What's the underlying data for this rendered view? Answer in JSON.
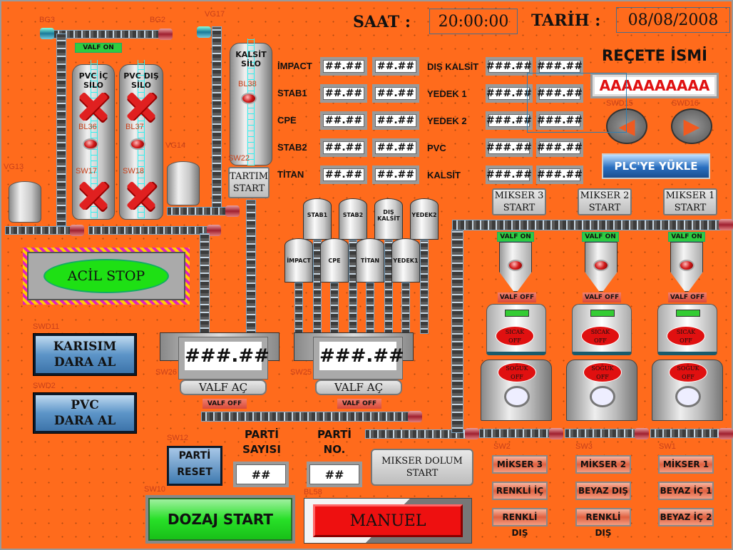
{
  "header": {
    "time_label": "SAAT :",
    "time": "20:00:00",
    "date_label": "TARİH :",
    "date": "08/08/2008"
  },
  "recipe": {
    "title": "REÇETE İSMİ",
    "name": "AAAAAAAAAA",
    "load_button": "PLC'YE YÜKLE"
  },
  "ingredients": [
    {
      "label": "İMPACT",
      "v1": "##.##",
      "v2": "##.##"
    },
    {
      "label": "STAB1",
      "v1": "##.##",
      "v2": "##.##"
    },
    {
      "label": "CPE",
      "v1": "##.##",
      "v2": "##.##"
    },
    {
      "label": "STAB2",
      "v1": "##.##",
      "v2": "##.##"
    },
    {
      "label": "TİTAN",
      "v1": "##.##",
      "v2": "##.##"
    }
  ],
  "ingredients2": [
    {
      "label": "DIŞ KALSİT",
      "v1": "###.##",
      "v2": "###.##"
    },
    {
      "label": "YEDEK 1",
      "v1": "###.##",
      "v2": "###.##"
    },
    {
      "label": "YEDEK 2",
      "v1": "###.##",
      "v2": "###.##"
    },
    {
      "label": "PVC",
      "v1": "###.##",
      "v2": "###.##"
    },
    {
      "label": "KALSİT",
      "v1": "###.##",
      "v2": "###.##"
    }
  ],
  "silos": {
    "pvc_ic": "PVC İÇ\nSİLO",
    "pvc_dis": "PVC DIŞ\nSİLO",
    "kalsit": "KALSİT\nSİLO",
    "valf_on": "VALF ON",
    "tartim_start": "TARTIM\nSTART"
  },
  "small_silos": {
    "top": [
      "STAB1",
      "STAB2",
      "DIŞ\nKALSİT",
      "YEDEK2"
    ],
    "bottom": [
      "İMPACT",
      "CPE",
      "TİTAN",
      "YEDEK1"
    ]
  },
  "acil_stop": "ACİL STOP",
  "karisim_dara": "KARISIM\nDARA AL",
  "pvc_dara": "PVC\nDARA AL",
  "scales": [
    {
      "value": "###.##",
      "button": "VALF AÇ",
      "valve": "VALF OFF"
    },
    {
      "value": "###.##",
      "button": "VALF AÇ",
      "valve": "VALF OFF"
    }
  ],
  "mixers": [
    {
      "start": "MIKSER 3\nSTART",
      "valf_on": "VALF ON",
      "valf_off": "VALF OFF",
      "hot": "SICAK\nOFF",
      "cold": "SOĞUK\nOFF"
    },
    {
      "start": "MIKSER 2\nSTART",
      "valf_on": "VALF ON",
      "valf_off": "VALF OFF",
      "hot": "SICAK\nOFF",
      "cold": "SOĞUK\nOFF"
    },
    {
      "start": "MIKSER 1\nSTART",
      "valf_on": "VALF ON",
      "valf_off": "VALF OFF",
      "hot": "SICAK\nOFF",
      "cold": "SOĞUK\nOFF"
    }
  ],
  "mixer_buttons": [
    [
      "MİKSER 3",
      "RENKLİ İÇ",
      "RENKLİ DIŞ"
    ],
    [
      "MİKSER 2",
      "BEYAZ DIŞ",
      "RENKLİ DIŞ"
    ],
    [
      "MİKSER 1",
      "BEYAZ İÇ 1",
      "BEYAZ İÇ 2"
    ]
  ],
  "parti": {
    "reset": "PARTİ\nRESET",
    "count_label": "PARTİ\nSAYISI",
    "count": "##",
    "no_label": "PARTİ\nNO.",
    "no": "##"
  },
  "mikser_dolum": "MIKSER DOLUM\nSTART",
  "dozaj_start": "DOZAJ START",
  "manuel": "MANUEL",
  "tags": {
    "bg3": "BG3",
    "bg2": "BG2",
    "vg17": "VG17",
    "vg13": "VG13",
    "vg14": "VG14",
    "sw17": "SW17",
    "sw18": "SW18",
    "bl36": "BL36",
    "bl37": "BL37",
    "bl38": "BL38",
    "sw22": "SW22",
    "swd11": "SWD11",
    "swd2": "SWD2",
    "sw26": "SW26",
    "sw25": "SW25",
    "sw12": "SW12",
    "sw10": "SW10",
    "bl58": "BL58",
    "swd15": "SWD15",
    "swd16": "SWD16",
    "sw2": "SW2",
    "sw3": "SW3",
    "sw1": "SW1"
  }
}
